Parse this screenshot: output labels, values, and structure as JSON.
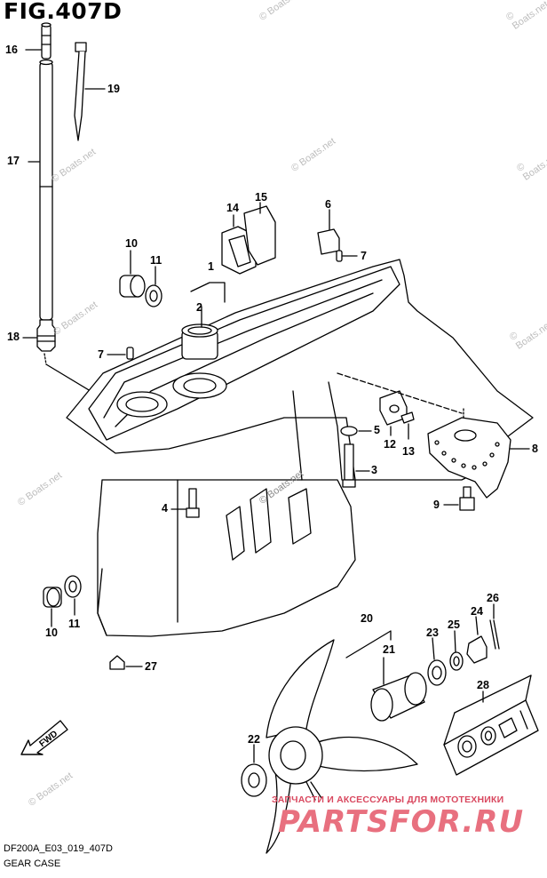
{
  "header": {
    "title": "FIG.407D"
  },
  "callouts": [
    {
      "id": "c16",
      "text": "16"
    },
    {
      "id": "c19",
      "text": "19"
    },
    {
      "id": "c17",
      "text": "17"
    },
    {
      "id": "c18",
      "text": "18"
    },
    {
      "id": "c14",
      "text": "14"
    },
    {
      "id": "c15",
      "text": "15"
    },
    {
      "id": "c6",
      "text": "6"
    },
    {
      "id": "c10a",
      "text": "10"
    },
    {
      "id": "c11a",
      "text": "11"
    },
    {
      "id": "c1",
      "text": "1"
    },
    {
      "id": "c2",
      "text": "2"
    },
    {
      "id": "c7a",
      "text": "7"
    },
    {
      "id": "c7b",
      "text": "7"
    },
    {
      "id": "c5",
      "text": "5"
    },
    {
      "id": "c12",
      "text": "12"
    },
    {
      "id": "c13",
      "text": "13"
    },
    {
      "id": "c8",
      "text": "8"
    },
    {
      "id": "c3",
      "text": "3"
    },
    {
      "id": "c4",
      "text": "4"
    },
    {
      "id": "c9",
      "text": "9"
    },
    {
      "id": "c10b",
      "text": "10"
    },
    {
      "id": "c11b",
      "text": "11"
    },
    {
      "id": "c27",
      "text": "27"
    },
    {
      "id": "c20",
      "text": "20"
    },
    {
      "id": "c21",
      "text": "21"
    },
    {
      "id": "c23",
      "text": "23"
    },
    {
      "id": "c25",
      "text": "25"
    },
    {
      "id": "c24",
      "text": "24"
    },
    {
      "id": "c26",
      "text": "26"
    },
    {
      "id": "c28",
      "text": "28"
    },
    {
      "id": "c22",
      "text": "22"
    }
  ],
  "watermarks": [
    "© Boats.net"
  ],
  "badge": {
    "fwd": "FWD"
  },
  "brand": {
    "tagline": "ЗАПЧАСТИ И АКСЕССУАРЫ ДЛЯ МОТОТЕХНИКИ",
    "logo_text": "PARTSFOR.RU",
    "logo_color": "#d9485f"
  },
  "footer": {
    "code": "DF200A_E03_019_407D",
    "caption": "GEAR CASE"
  }
}
